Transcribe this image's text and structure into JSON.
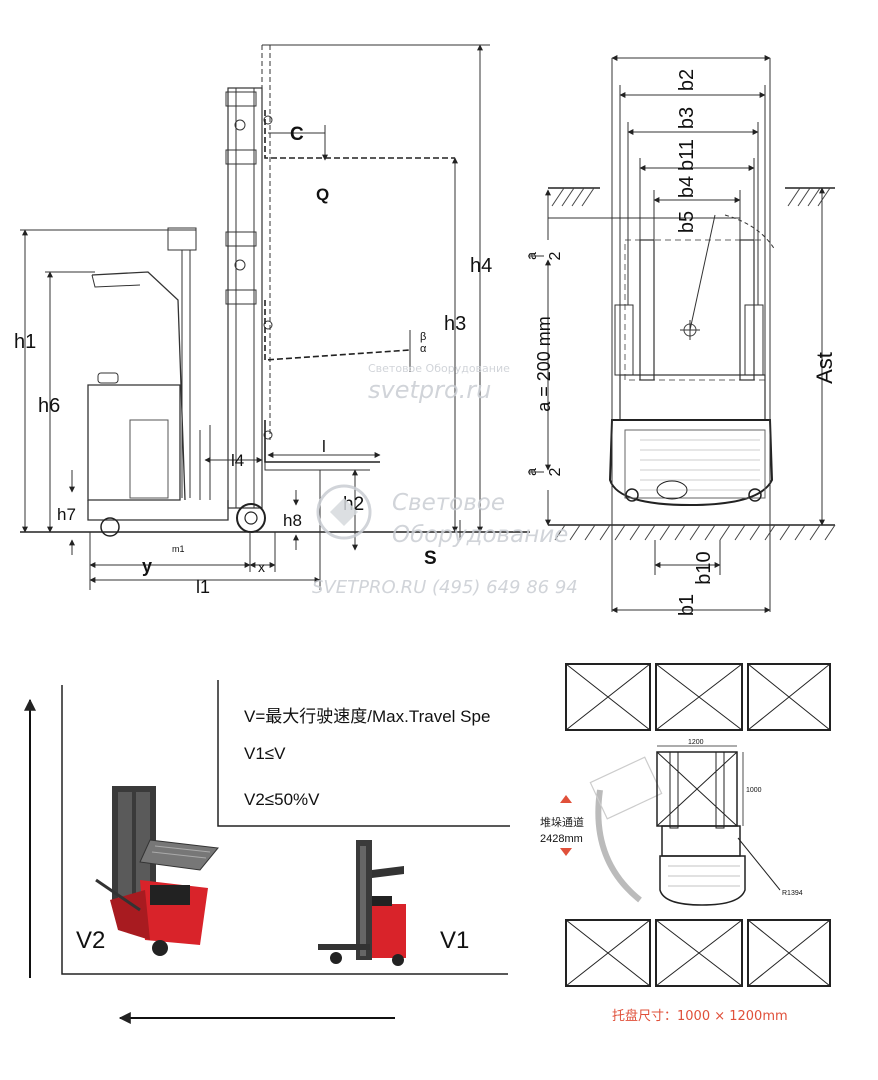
{
  "side_view": {
    "labels": {
      "h1": "h1",
      "h6": "h6",
      "h7": "h7",
      "h8": "h8",
      "h2": "h2",
      "h3": "h3",
      "h4": "h4",
      "C": "C",
      "Q": "Q",
      "l4": "l4",
      "l": "l",
      "S": "S",
      "y": "y",
      "x": "x",
      "l1": "l1",
      "m1": "m1",
      "alpha": "α",
      "beta": "β"
    }
  },
  "top_view": {
    "labels": {
      "b2": "b2",
      "b3": "b3",
      "b11": "b11",
      "b4": "b4",
      "b5": "b5",
      "b10": "b10",
      "b1": "b1",
      "Ast": "Ast",
      "a_half": "a",
      "two": "2",
      "a_200": "a = 200 mm",
      "a_half_2": "a",
      "two_2": "2"
    }
  },
  "watermark": {
    "top_small": "Световое Оборудование",
    "site": "svetpro.ru",
    "big_line1": "Световое",
    "big_line2": "Оборудование",
    "bottom": "SVETPRO.RU  (495) 649 86 94"
  },
  "speed_legend": {
    "line1": "V=最大行驶速度/Max.Travel Spe",
    "line2": "V1≤V",
    "line3": "V2≤50%V",
    "v1": "V1",
    "v2": "V2"
  },
  "aisle_diagram": {
    "dim_top": "1200",
    "dim_side": "1000",
    "aisle_label_cn": "堆垛通道",
    "aisle_value": "2428mm",
    "radius": "R1394",
    "pallet_caption": "托盘尺寸：1000 × 1200mm",
    "colors": {
      "caption": "#e0503a",
      "arrow": "#e0503a"
    }
  },
  "colors": {
    "forklift_red": "#d9232a",
    "forklift_dark": "#2b2b2b",
    "line": "#222222"
  }
}
